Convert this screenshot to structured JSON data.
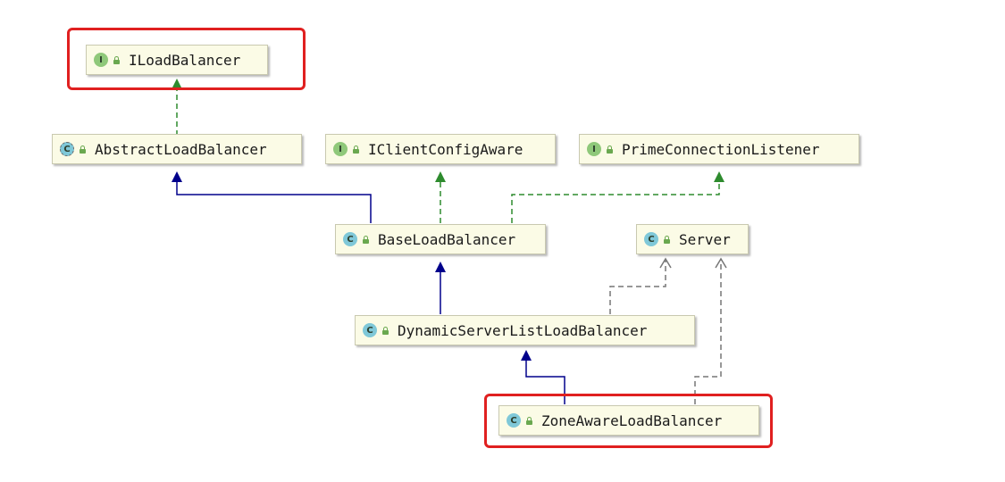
{
  "nodes": {
    "iloadbalancer": {
      "kind": "I",
      "label": "ILoadBalancer"
    },
    "abstractloadbalancer": {
      "kind": "C",
      "label": "AbstractLoadBalancer"
    },
    "iclientconfigaware": {
      "kind": "I",
      "label": "IClientConfigAware"
    },
    "primeconnectionlistener": {
      "kind": "I",
      "label": "PrimeConnectionListener"
    },
    "baseloadbalancer": {
      "kind": "C",
      "label": "BaseLoadBalancer"
    },
    "server": {
      "kind": "C",
      "label": "Server"
    },
    "dynamicserverlistloadbalancer": {
      "kind": "C",
      "label": "DynamicServerListLoadBalancer"
    },
    "zoneawareloadbalancer": {
      "kind": "C",
      "label": "ZoneAwareLoadBalancer"
    }
  },
  "colors": {
    "extends": "#00008b",
    "implements": "#2e8b2e",
    "dependency": "#777777",
    "highlight": "#e02020"
  }
}
